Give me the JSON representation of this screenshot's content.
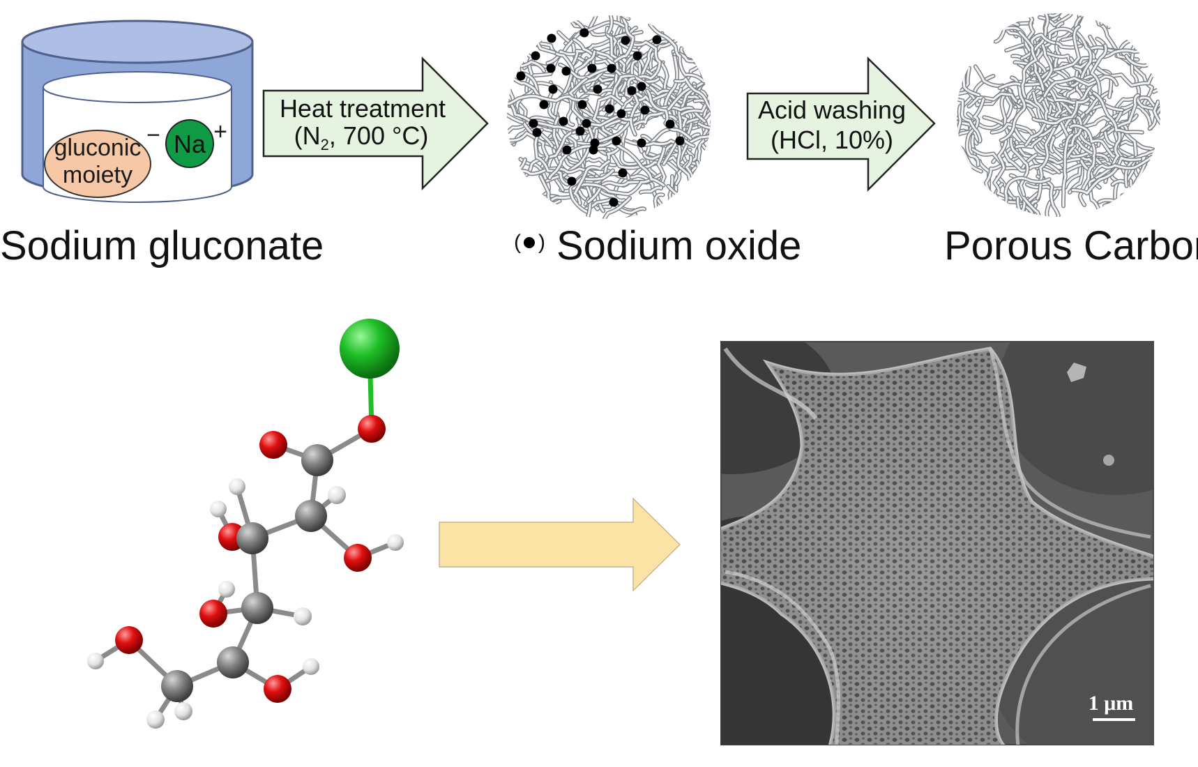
{
  "labels": {
    "sodium_gluconate": "Sodium gluconate",
    "sodium_oxide": "Sodium oxide",
    "porous_carbon": "Porous Carbon",
    "gluconic_line1": "gluconic",
    "gluconic_line2": "moiety",
    "minus_sign": "−",
    "na": "Na",
    "plus_sign": "+",
    "scale_bar": "1 μm"
  },
  "arrows": {
    "heat_line1": "Heat treatment",
    "heat_line2_prefix": "(N",
    "heat_line2_sub": "2",
    "heat_line2_suffix": ", 700 °C)",
    "acid_line1": "Acid washing",
    "acid_line2": "(HCl, 10%)"
  },
  "colors": {
    "container": "#8fa6d8",
    "arrow_fill": "#e6f3e1",
    "big_arrow_fill": "#fbe3a6",
    "sodium_sphere": "#1fbf27",
    "oxygen_sphere": "#e01010",
    "carbon_sphere": "#808080",
    "hydrogen_sphere": "#e8e8e8",
    "moiety_fill": "#f7c8a6",
    "na_circle": "#0f9a46",
    "sem_background": "#5a5a5a"
  }
}
